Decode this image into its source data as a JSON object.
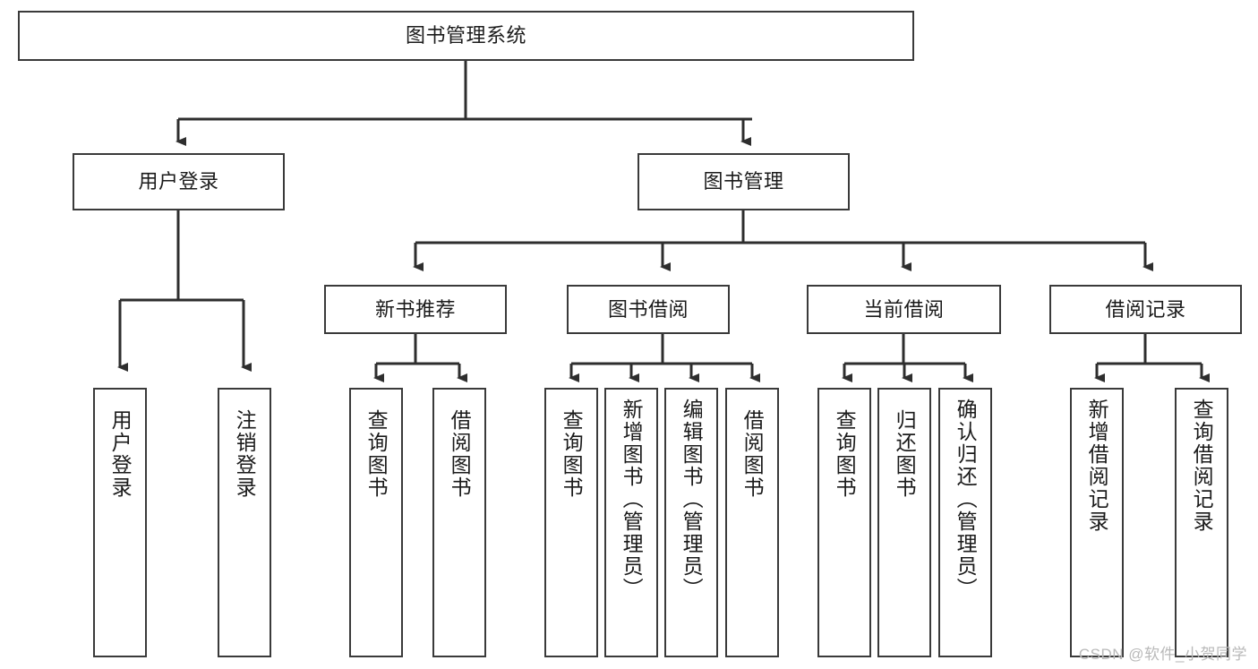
{
  "diagram": {
    "title": "图书管理系统",
    "type": "tree",
    "root": {
      "label": "图书管理系统"
    },
    "level2": [
      {
        "label": "用户登录"
      },
      {
        "label": "图书管理"
      }
    ],
    "level3": [
      {
        "label": "新书推荐"
      },
      {
        "label": "图书借阅"
      },
      {
        "label": "当前借阅"
      },
      {
        "label": "借阅记录"
      }
    ],
    "leaves": {
      "user_login": [
        {
          "label": "用户登录"
        },
        {
          "label": "注销登录"
        }
      ],
      "new_book_recommend": [
        {
          "label": "查询图书"
        },
        {
          "label": "借阅图书"
        }
      ],
      "book_borrow": [
        {
          "label": "查询图书"
        },
        {
          "label": "新增图书（管理员）"
        },
        {
          "label": "编辑图书（管理员）"
        },
        {
          "label": "借阅图书"
        }
      ],
      "current_borrow": [
        {
          "label": "查询图书"
        },
        {
          "label": "归还图书"
        },
        {
          "label": "确认归还（管理员）"
        }
      ],
      "borrow_record": [
        {
          "label": "新增借阅记录"
        },
        {
          "label": "查询借阅记录"
        }
      ]
    }
  },
  "watermark": {
    "text": "CSDN @软件_小贺同学"
  },
  "colors": {
    "border": "#3a3a3a",
    "background": "#ffffff",
    "text": "#1b1b1b",
    "watermark": "#b9b9b9"
  }
}
